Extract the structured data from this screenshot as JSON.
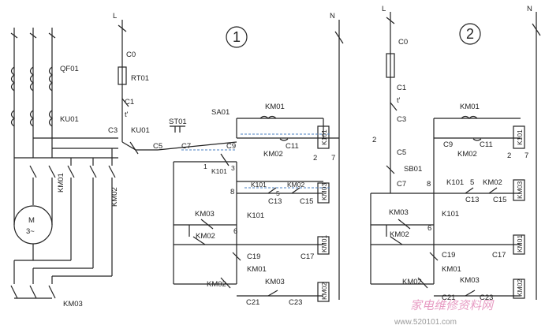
{
  "power_circuit": {
    "labels": [
      "QF01",
      "KU01",
      "KM01",
      "KM02",
      "KM03",
      "M",
      "3~"
    ]
  },
  "diagram1": {
    "number": "1",
    "labels": {
      "L": "L",
      "N": "N",
      "C0": "C0",
      "RT01": "RT01",
      "C1": "C1",
      "t": "t'",
      "C3": "C3",
      "KU01": "KU01",
      "ST01": "ST01",
      "C5": "C5",
      "C7": "C7",
      "SA01": "SA01",
      "C9": "C9",
      "n1": "1",
      "n3": "3",
      "K101a": "K101",
      "KM01top": "KM01",
      "KM02mid": "KM02",
      "C11": "C11",
      "K101coil": "K101",
      "n2": "2",
      "n7": "7",
      "n8": "8",
      "K101b": "K101",
      "n5": "5",
      "KM02b": "KM02",
      "C13": "C13",
      "C15": "C15",
      "KM03coil": "KM03",
      "KM03c": "KM03",
      "K101c": "K101",
      "KM02d": "KM02",
      "n6": "6",
      "KM01coil": "KM01",
      "C19": "C19",
      "C17": "C17",
      "KM01e": "KM01",
      "KM02e": "KM02",
      "KM03e": "KM03",
      "KM02coil": "KM02",
      "C21": "C21",
      "C23": "C23"
    }
  },
  "diagram2": {
    "number": "2",
    "labels": {
      "L": "L",
      "N": "N",
      "C0": "C0",
      "C1": "C1",
      "t": "t'",
      "C3": "C3",
      "C5": "C5",
      "n2left": "2",
      "SB01": "SB01",
      "C7": "C7",
      "n8": "8",
      "KM01top": "KM01",
      "C9": "C9",
      "KM02mid": "KM02",
      "C11": "C11",
      "K101coil": "K101",
      "n2": "2",
      "n7": "7",
      "K101b": "K101",
      "n5": "5",
      "KM02b": "KM02",
      "C13": "C13",
      "C15": "C15",
      "KM03coil": "KM03",
      "KM03c": "KM03",
      "K101c": "K101",
      "n6": "6",
      "KM02d": "KM02",
      "KM01coil": "KM01",
      "C19": "C19",
      "C17": "C17",
      "KM01e": "KM01",
      "KM02e": "KM02",
      "KM03e": "KM03",
      "KM02coil": "KM02",
      "C21": "C21",
      "C23": "C23"
    }
  },
  "watermark": {
    "title": "家电维修资料网",
    "url": "www.520101.com"
  }
}
